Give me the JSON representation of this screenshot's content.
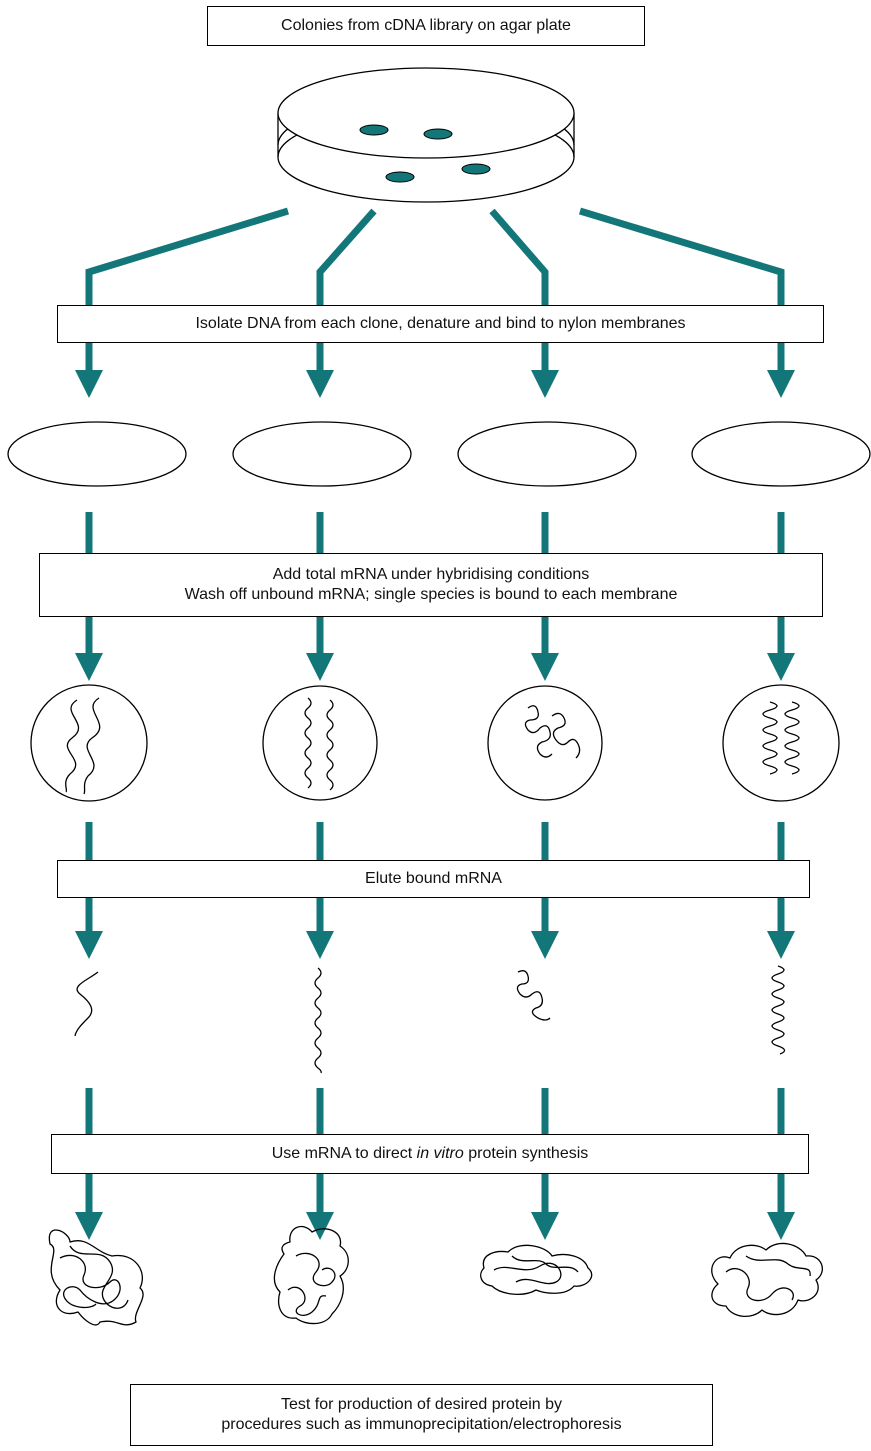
{
  "steps": {
    "colonies": "Colonies from cDNA library on agar plate",
    "isolate": "Isolate DNA from each clone, denature and bind to nylon membranes",
    "hybridise_line1": "Add total mRNA under hybridising conditions",
    "hybridise_line2": "Wash off unbound mRNA; single species is bound to each membrane",
    "elute": "Elute bound mRNA",
    "synthesis_before": "Use mRNA to direct ",
    "synthesis_italic": "in vitro",
    "synthesis_after": " protein synthesis",
    "test_line1": "Test for production of desired protein by",
    "test_line2": "procedures such as immunoprecipitation/electrophoresis"
  },
  "colors": {
    "arrow": "#137779",
    "colony": "#137779",
    "outline": "#000000"
  }
}
